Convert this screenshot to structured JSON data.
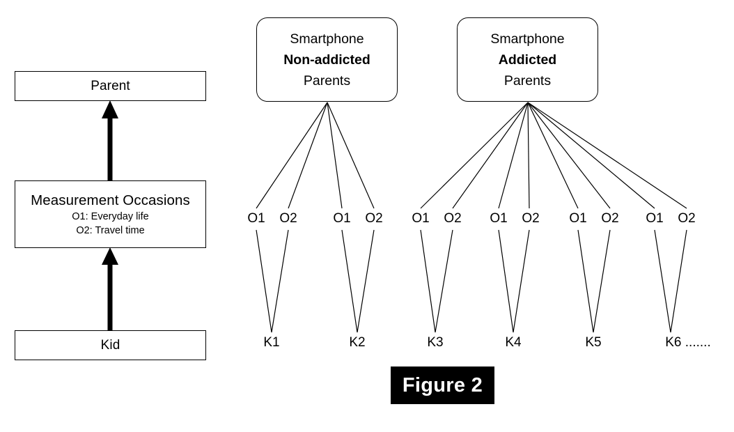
{
  "figure": {
    "caption": "Figure 2"
  },
  "legend": {
    "parent": {
      "title": "Parent"
    },
    "occasions": {
      "title": "Measurement Occasions",
      "line1": "O1: Everyday life",
      "line2": "O2: Travel time"
    },
    "kid": {
      "title": "Kid"
    },
    "arrow_color": "#000000"
  },
  "diagram": {
    "groups": [
      {
        "id": "non-addicted",
        "line1": "Smartphone",
        "line2": "Non-addicted",
        "line3": "Parents",
        "emphasis": "line2"
      },
      {
        "id": "addicted",
        "line1": "Smartphone",
        "line2": "Addicted",
        "line3": "Parents",
        "emphasis": "line2"
      }
    ],
    "occasion_labels": [
      {
        "id": "o-1",
        "text": "O1"
      },
      {
        "id": "o-2",
        "text": "O2"
      },
      {
        "id": "o-3",
        "text": "O1"
      },
      {
        "id": "o-4",
        "text": "O2"
      },
      {
        "id": "o-5",
        "text": "O1"
      },
      {
        "id": "o-6",
        "text": "O2"
      },
      {
        "id": "o-7",
        "text": "O1"
      },
      {
        "id": "o-8",
        "text": "O2"
      },
      {
        "id": "o-9",
        "text": "O1"
      },
      {
        "id": "o-10",
        "text": "O2"
      },
      {
        "id": "o-11",
        "text": "O1"
      },
      {
        "id": "o-12",
        "text": "O2"
      }
    ],
    "kid_labels": [
      {
        "id": "k-1",
        "text": "K1"
      },
      {
        "id": "k-2",
        "text": "K2"
      },
      {
        "id": "k-3",
        "text": "K3"
      },
      {
        "id": "k-4",
        "text": "K4"
      },
      {
        "id": "k-5",
        "text": "K5"
      },
      {
        "id": "k-6",
        "text": "K6 ......."
      }
    ],
    "line_color": "#000000"
  }
}
